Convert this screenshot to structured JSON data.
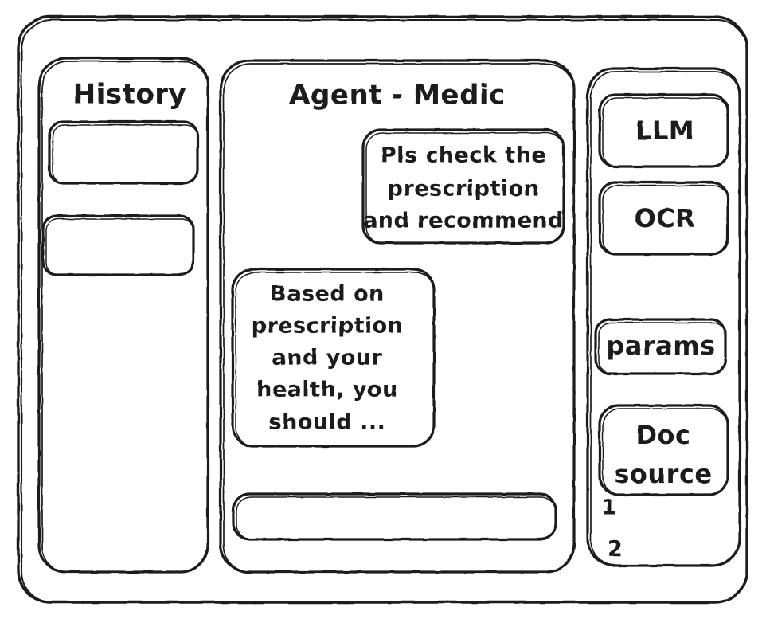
{
  "window": {
    "name": "agent-medic-wireframe"
  },
  "sidebar_left": {
    "title": "History",
    "items": [
      {
        "label": ""
      },
      {
        "label": ""
      }
    ]
  },
  "main": {
    "title": "Agent - Medic",
    "messages": [
      {
        "role": "user",
        "lines": [
          "Pls check the",
          "prescription",
          "and recommend"
        ]
      },
      {
        "role": "agent",
        "lines": [
          "Based on",
          "prescription",
          "and your",
          "health, you",
          "should ..."
        ]
      }
    ],
    "composer": {
      "value": "",
      "placeholder": ""
    }
  },
  "sidebar_right": {
    "tools": [
      {
        "label": "LLM"
      },
      {
        "label": "OCR"
      },
      {
        "label": "params"
      }
    ],
    "doc_source": {
      "lines": [
        "Doc",
        "source"
      ]
    },
    "doc_list": [
      {
        "label": "1"
      },
      {
        "label": "2"
      }
    ]
  },
  "colors": {
    "stroke": "#1b1b1b",
    "background": "#ffffff"
  }
}
